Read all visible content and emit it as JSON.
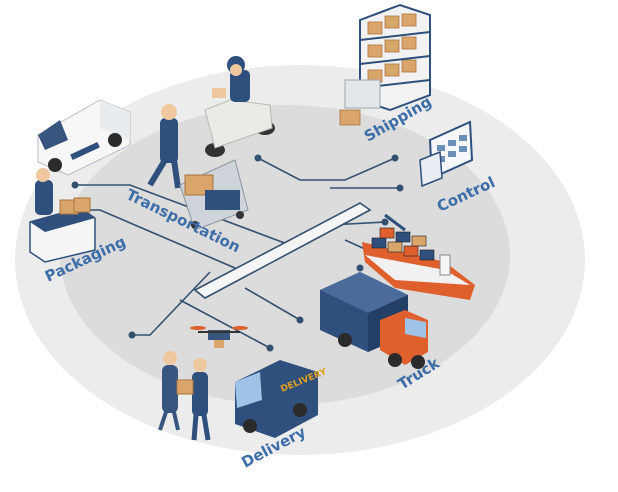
{
  "labels": {
    "shipping": "Shipping",
    "control": "Control",
    "transportation": "Transportation",
    "packaging": "Packaging",
    "truck": "Truck",
    "delivery": "Delivery",
    "truck_sign": "DELIVERY"
  },
  "colors": {
    "background": "#ffffff",
    "outer_disc": "#ececec",
    "inner_disc": "#dcdcdc",
    "network_line": "#33506f",
    "label_text": "#3d6ea8",
    "accent_blue": "#2f4f7c",
    "accent_orange": "#e0602d",
    "box_tan": "#d9a56a"
  },
  "icons": [
    "van",
    "scooter-courier",
    "pallet-cart-worker",
    "warehouse-shelf",
    "control-monitor",
    "cargo-ship",
    "container-truck",
    "drone",
    "delivery-truck",
    "customer-handoff",
    "packaging-worker"
  ]
}
